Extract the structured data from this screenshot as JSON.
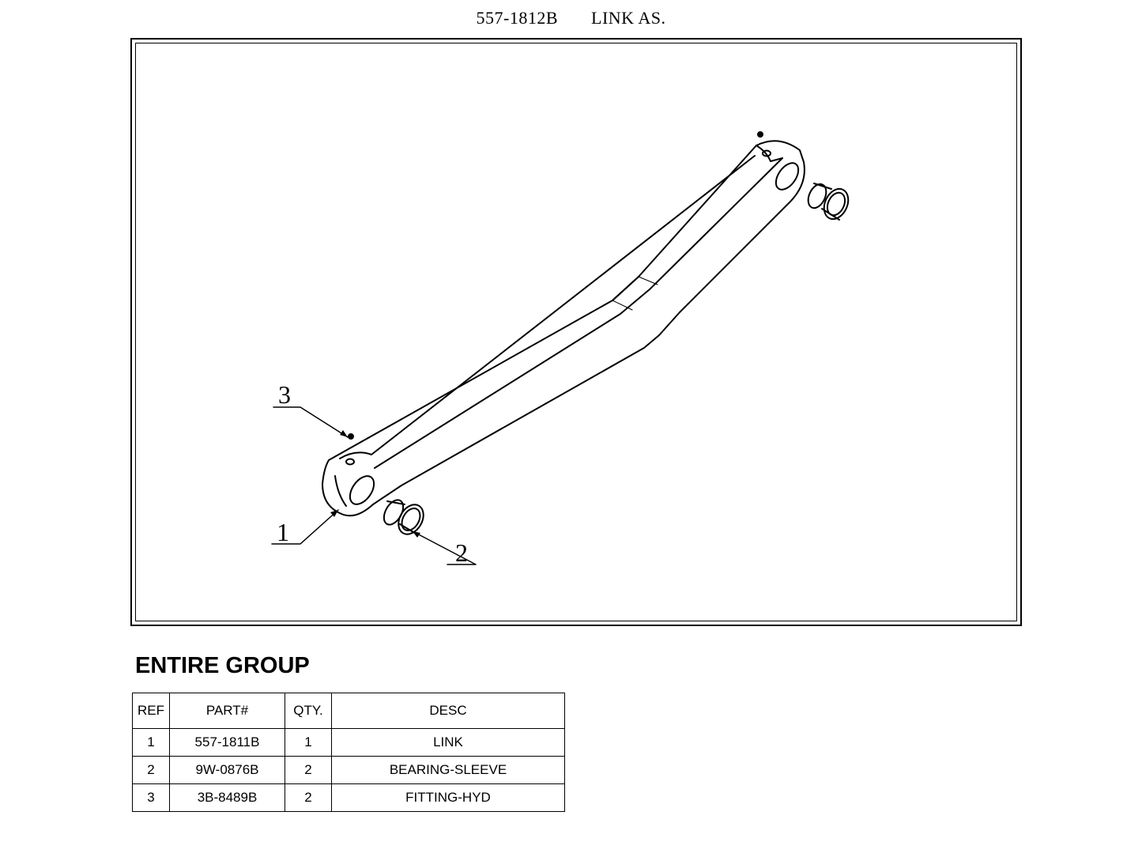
{
  "header": {
    "part_code": "557-1812B",
    "part_name": "LINK AS."
  },
  "callouts": [
    "1",
    "2",
    "3"
  ],
  "group_heading": "ENTIRE GROUP",
  "table": {
    "columns": [
      "REF",
      "PART#",
      "QTY.",
      "DESC"
    ],
    "rows": [
      {
        "ref": "1",
        "part": "557-1811B",
        "qty": "1",
        "desc": "LINK"
      },
      {
        "ref": "2",
        "part": "9W-0876B",
        "qty": "2",
        "desc": "BEARING-SLEEVE"
      },
      {
        "ref": "3",
        "part": "3B-8489B",
        "qty": "2",
        "desc": "FITTING-HYD"
      }
    ]
  }
}
